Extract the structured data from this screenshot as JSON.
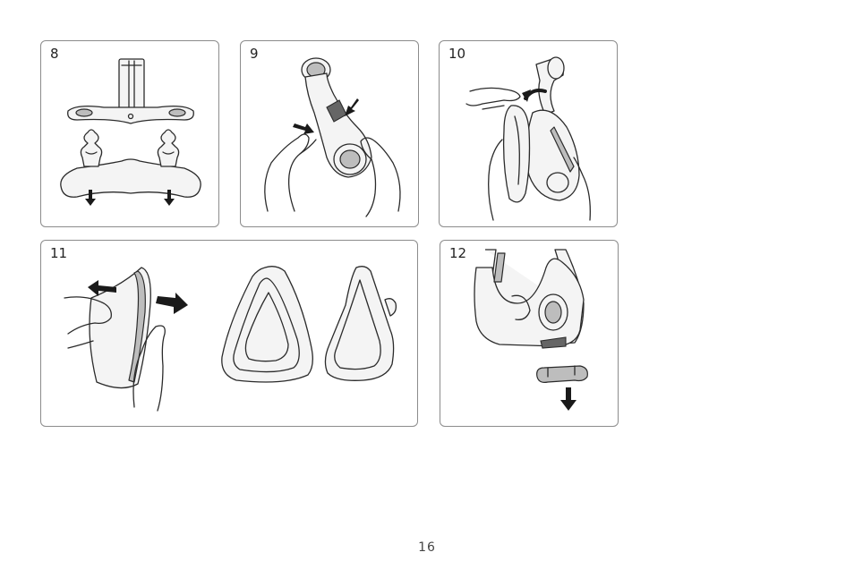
{
  "steps": [
    {
      "number": "8",
      "illustration": "frame-and-cushion-separated"
    },
    {
      "number": "9",
      "illustration": "pressing-release-tabs"
    },
    {
      "number": "10",
      "illustration": "lifting-cushion-from-frame"
    },
    {
      "number": "11",
      "illustration": "peeling-cushion-and-cushions"
    },
    {
      "number": "12",
      "illustration": "removing-clip"
    }
  ],
  "page_number": "16"
}
